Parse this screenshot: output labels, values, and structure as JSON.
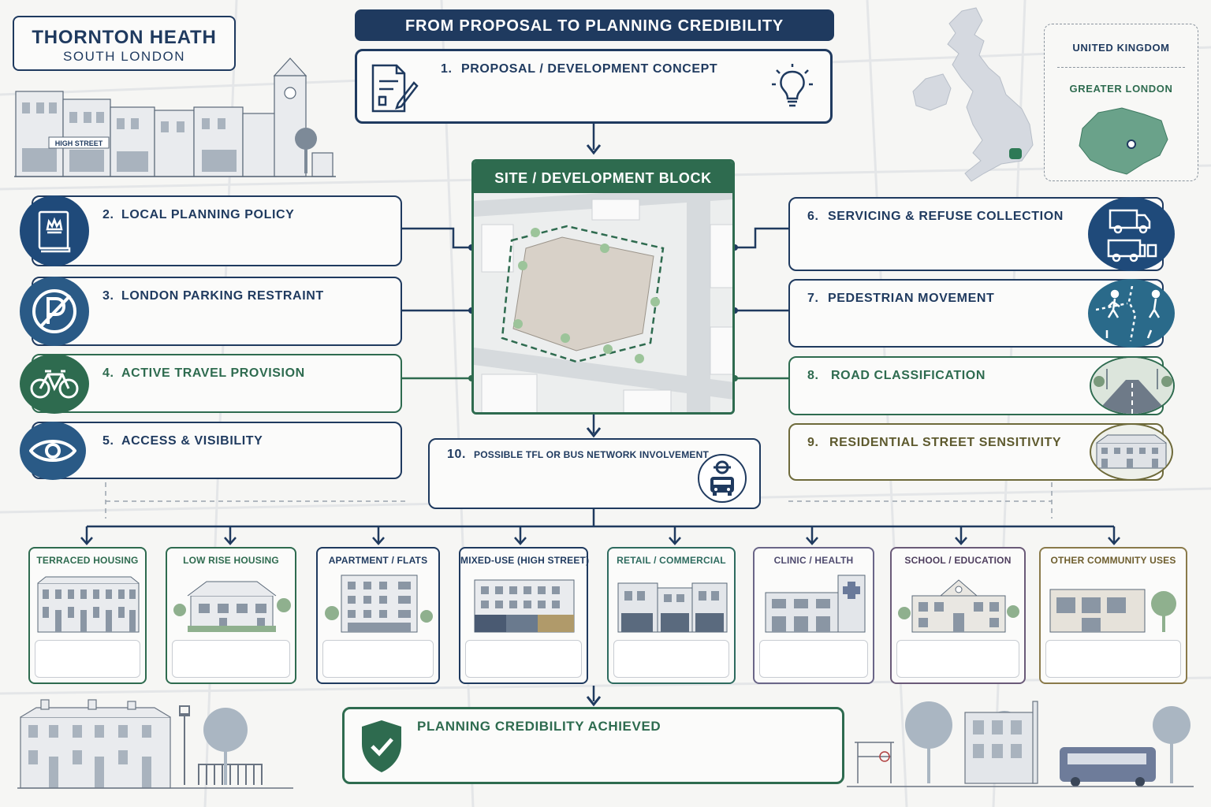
{
  "location": {
    "title": "THORNTON HEATH",
    "subtitle": "SOUTH LONDON",
    "street_sign": "HIGH STREET"
  },
  "header": {
    "title": "FROM PROPOSAL TO PLANNING CREDIBILITY"
  },
  "inset": {
    "country": "UNITED KINGDOM",
    "region": "GREATER LONDON"
  },
  "proposal": {
    "number": "1.",
    "label": "PROPOSAL / DEVELOPMENT CONCEPT"
  },
  "site": {
    "label": "SITE / DEVELOPMENT BLOCK"
  },
  "left_factors": [
    {
      "number": "2.",
      "label": "LOCAL PLANNING POLICY",
      "icon": "policy-book-icon"
    },
    {
      "number": "3.",
      "label": "LONDON PARKING RESTRAINT",
      "icon": "no-parking-icon"
    },
    {
      "number": "4.",
      "label": "ACTIVE TRAVEL PROVISION",
      "icon": "bicycle-icon"
    },
    {
      "number": "5.",
      "label": "ACCESS & VISIBILITY",
      "icon": "eye-icon"
    }
  ],
  "right_factors": [
    {
      "number": "6.",
      "label": "SERVICING & REFUSE COLLECTION",
      "icon": "truck-icon"
    },
    {
      "number": "7.",
      "label": "PEDESTRIAN MOVEMENT",
      "icon": "pedestrian-icon"
    },
    {
      "number": "8.",
      "label": "ROAD CLASSIFICATION",
      "icon": "road-icon"
    },
    {
      "number": "9.",
      "label": "RESIDENTIAL STREET SENSITIVITY",
      "icon": "houses-icon"
    }
  ],
  "transport": {
    "number": "10.",
    "label": "POSSIBLE TfL OR BUS NETWORK INVOLVEMENT",
    "icon": "bus-icon"
  },
  "land_uses": [
    {
      "label": "TERRACED HOUSING",
      "color": "#2e6b4f"
    },
    {
      "label": "LOW RISE HOUSING",
      "color": "#2e6b4f"
    },
    {
      "label": "APARTMENT / FLATS",
      "color": "#1f3a5f"
    },
    {
      "label": "MIXED-USE (HIGH STREET)",
      "color": "#1f3a5f"
    },
    {
      "label": "RETAIL / COMMERCIAL",
      "color": "#2e6b5f"
    },
    {
      "label": "CLINIC / HEALTH",
      "color": "#6a6688"
    },
    {
      "label": "SCHOOL / EDUCATION",
      "color": "#6a5a78"
    },
    {
      "label": "OTHER COMMUNITY USES",
      "color": "#8a7a4a"
    }
  ],
  "outcome": {
    "label": "PLANNING CREDIBILITY ACHIEVED",
    "icon": "shield-check-icon"
  },
  "colors": {
    "navy": "#1f3a5f",
    "green": "#2e6b4f",
    "olive": "#6e6a3a",
    "teal": "#2a6a7a"
  }
}
